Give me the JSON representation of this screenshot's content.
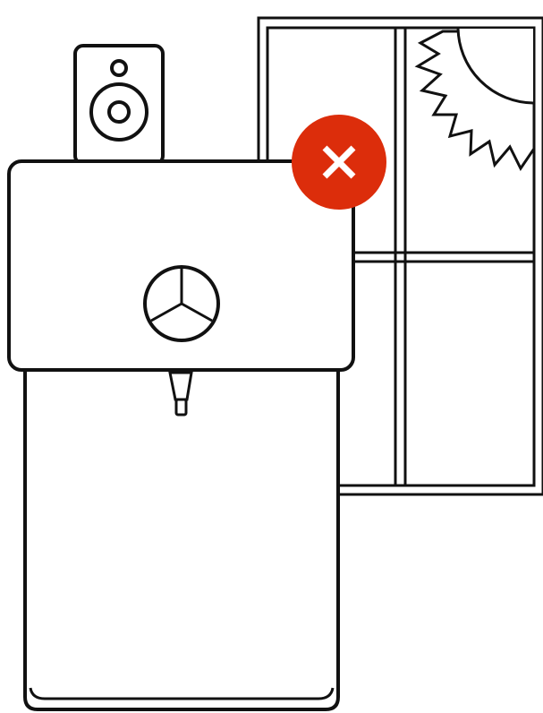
{
  "illustration": {
    "subject": "water-dispenser-placement",
    "elements": [
      "speaker-icon",
      "water-dispenser",
      "window",
      "sun-icon",
      "close-icon"
    ],
    "warning_badge": {
      "icon": "close-icon",
      "color": "#dc2d0b",
      "glyph_color": "#ffffff"
    },
    "line_color": "#111111",
    "background": "#ffffff"
  }
}
